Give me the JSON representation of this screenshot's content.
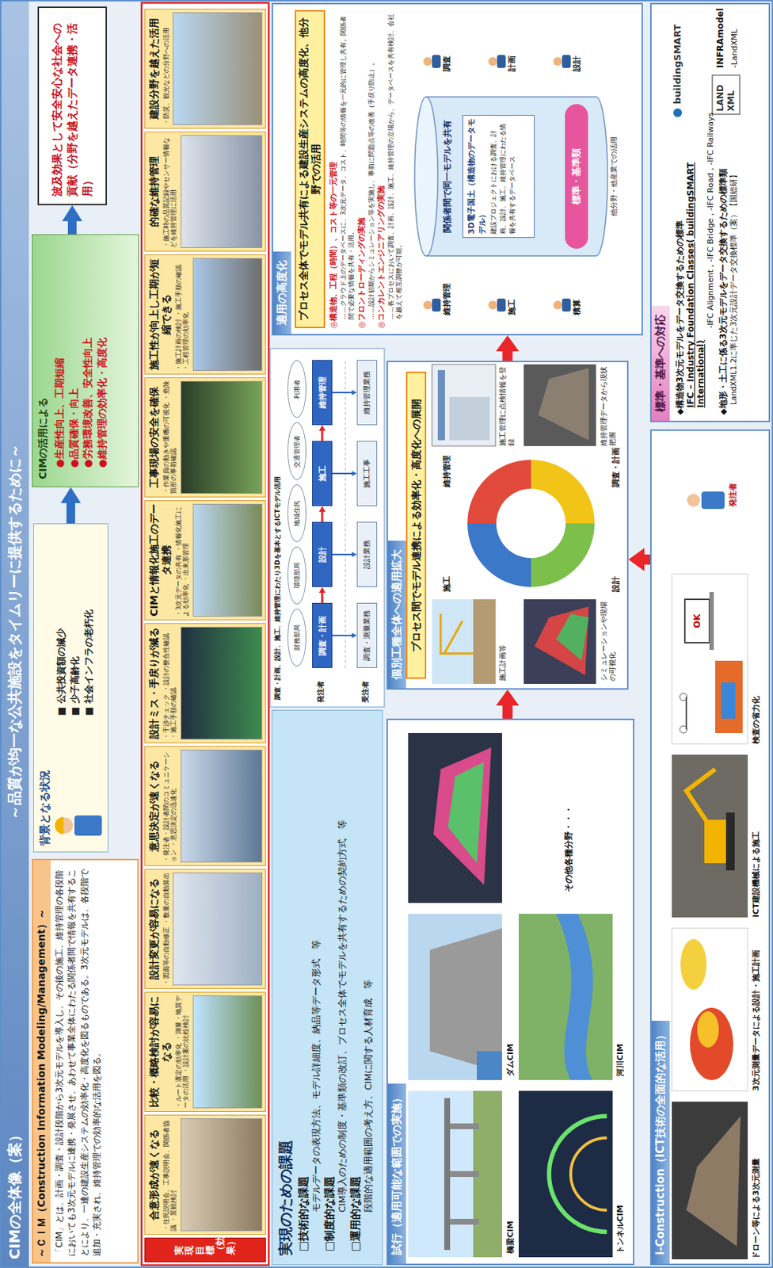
{
  "diagram": {
    "title": "CIMの全体像（案）",
    "nodes": [
      {
        "text": [
          "～ＣＩＭ（Construction Information Modeling/Management）～",
          "「CIM」とは、計画・調査・設計段階から3次元モデルを導入し、その後の施工、維持管理の各段階においても3次元モデルに連携・発展させ、あわせて事業全体にわたる関係者間で情報を共有することにより、一連の建設生産システムの効率化・高度化を図るものである。3次元モデルは、各段階で追加・充実され、維持管理での効率的な活用を図る。"
        ]
      },
      {
        "text": [
          "背景となる状況",
          "■ 公共投資額の減少",
          "■ 少子高齢化",
          "■ 社会インフラの老朽化"
        ]
      },
      {
        "text": [
          "CIMの活用による",
          "●生産性向上、工期短縮",
          "●品質確保・向上",
          "●労務環境改善、安全性向上",
          "●維持管理の効率化・高度化"
        ]
      },
      {
        "text": [
          "波及効果として安全安心な社会への貢献（分野を越えたデータ連携・活用）"
        ]
      },
      {
        "text": [
          "実現目標（効果）"
        ]
      },
      {
        "text": [
          "合意形成が速くなる",
          "・住民説明会、工事説明会、関係者協議 ・景観検討"
        ]
      },
      {
        "text": [
          "比較・概略検討が容易になる",
          "・ルート選定の効率化 ・測量・地質データの活用 ・設計案の比較検討"
        ]
      },
      {
        "text": [
          "設計変更が容易になる",
          "・図面等の自動修正 ・数量の自動算出"
        ]
      },
      {
        "text": [
          "意思決定が速くなる",
          "・発注者・設計者間のコミュニケーション ・意思決定の迅速化"
        ]
      },
      {
        "text": [
          "設計ミス・手戻りが減る",
          "・干渉チェック ・設計の整合性確認 ・施工手順の確認"
        ]
      },
      {
        "text": [
          "CIMと情報化施工のデータ連携",
          "・3次元データの共有 ・情報化施工による効率化 ・出来形管理"
        ]
      },
      {
        "text": [
          "工事現場の安全を確保",
          "・作業員の動きや重機の可視化 ・危険箇所の事前確認"
        ]
      },
      {
        "text": [
          "施工性が向上し工期が短縮できる",
          "・施工計画の検討 ・施工手順の確認 ・工程管理の効率化"
        ]
      },
      {
        "text": [
          "的確な維持管理",
          "・施工時の品質記録やセンサー情報などを維持管理に活用"
        ]
      },
      {
        "text": [
          "建設分野を越えた活用",
          "・防災、観光などの分野への活用"
        ]
      },
      {
        "text": [
          "実現のための課題",
          "□技術的な課題",
          "モデルデータの表現方法、モデル詳細度、納品等データ形式　等",
          "□制度的な課題",
          "CIM導入のための制度・基準類の改訂、プロセス全体でモデルを共有するための契約方式　等",
          "□運用的な課題",
          "段階的な適用範囲の考え方、CIMに関する人材育成　等"
        ]
      },
      {
        "text": [
          "財務部局"
        ]
      },
      {
        "text": [
          "環境部局"
        ]
      },
      {
        "text": [
          "地域住民"
        ]
      },
      {
        "text": [
          "交通管理者"
        ]
      },
      {
        "text": [
          "利用者"
        ]
      },
      {
        "text": [
          "調査・計画"
        ]
      },
      {
        "text": [
          "設計"
        ]
      },
      {
        "text": [
          "施工"
        ]
      },
      {
        "text": [
          "維持管理"
        ]
      },
      {
        "text": [
          "調査・測量業務"
        ]
      },
      {
        "text": [
          "設計業務"
        ]
      },
      {
        "text": [
          "施工工事"
        ]
      },
      {
        "text": [
          "維持管理業務"
        ]
      },
      {
        "text": [
          "適用の高度化"
        ]
      },
      {
        "text": [
          "プロセス全体でモデル共有による建設生産システムの高度化、他分野での活用"
        ],
        "in": 29
      },
      {
        "text": [
          "3D電子国土（構造物のデータモデル）",
          "建設プロジェクトにおける調査、計画、設計、施工、維持管理にわたる情報を共有するデータベース"
        ],
        "in": 29
      },
      {
        "text": [
          "標準・基準類"
        ],
        "in": 29
      },
      {
        "text": [
          "試行（適用可能な範囲での実施）"
        ]
      },
      {
        "text": [
          "個別工種全体への適用拡大"
        ]
      },
      {
        "text": [
          "プロセス間でモデル連携による効率化・高度化への展開"
        ],
        "in": 34
      },
      {
        "text": [
          "i-Construction（ICT技術の全面的な活用）"
        ]
      },
      {
        "text": [
          "標準・基準への対応",
          "◆構造物3次元モデルをデータ交換するための標準",
          "IFC – Industry Foundation Classes( buildingSMART International)",
          "-IFC Alignment , -IFC Bridge , -IFC Road , -IFC Railways",
          "◆地形・土工に係る3次元モデルをデータ交換するための標準類",
          "LandXML1.2に準じた3次元設計データ交換標準（案）【国総研】"
        ]
      }
    ],
    "edges": [
      {
        "from": 1,
        "to": 2,
        "arrow": "to"
      },
      {
        "from": 2,
        "to": 3,
        "arrow": "to"
      },
      {
        "from": 21,
        "to": 22,
        "arrow": "to"
      },
      {
        "from": 22,
        "to": 23,
        "arrow": "to"
      },
      {
        "from": 23,
        "to": 24,
        "arrow": "to"
      },
      {
        "from": 21,
        "to": 25,
        "arrow": "to"
      },
      {
        "from": 22,
        "to": 26,
        "arrow": "to"
      },
      {
        "from": 23,
        "to": 27,
        "arrow": "to"
      },
      {
        "from": 24,
        "to": 28,
        "arrow": "to"
      },
      {
        "from": 33,
        "to": 34,
        "arrow": "to"
      },
      {
        "from": 36,
        "to": 34,
        "arrow": "to"
      },
      {
        "from": 34,
        "to": 29,
        "arrow": "to"
      }
    ],
    "labels": [
      "～品質が均一な公共施設をタイムリーに提供するために～",
      "調査・計画、設計、施工、維持管理にわたり3Dを基本とするICTモデル活用",
      "発注者",
      "受注者",
      "◎構造物、工程（時間）、コスト等の一元管理",
      "……クラウド上のデータベースに、3次元データ、コスト、時間等の情報を一元的に管理し共有。関係者間で必要な情報を共有・活用。",
      "◎フロントローディングの実施",
      "……設計初期からシミュレーション等を実施し、事前に問題点等の改善（手戻り防止）。",
      "◎コンカレントエンジニアリングの実施",
      "……各プロセスにおいて調査、計画、設計、施工、維持管理の立場から、データベースを共有検討、会社を越えて相互調整が可能。",
      "関係者間で同一モデルを共有",
      "調査",
      "計画",
      "設計",
      "積算",
      "施工",
      "維持管理",
      "他分野・他産業での活用",
      "橋梁CIM",
      "ダムCIM",
      "トンネルCIM",
      "河川CIM",
      "その他各種分野・・・",
      "施工",
      "維持管理",
      "設計",
      "調査・計画",
      "施工計画等",
      "シミュレーションや現場の可視化",
      "施工管理に点検情報を登録",
      "維持管理データから現状把握",
      "ドローン等による3次元測量",
      "3次元測量データによる設計・施工計画",
      "ICT建設機械による施工",
      "検査の省力化",
      "発注者",
      "OK",
      "buildingSMART",
      "LAND XML",
      "INFRAmodel",
      "-LandXML"
    ]
  }
}
